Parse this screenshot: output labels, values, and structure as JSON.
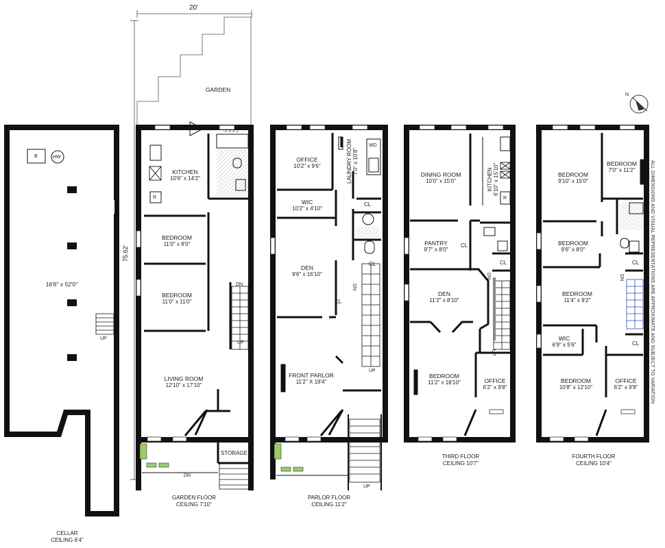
{
  "dimensions": {
    "lot_width": "20'",
    "lot_depth": "75.62'"
  },
  "garden": {
    "label": "GARDEN"
  },
  "cellar": {
    "area": "16'6\" x 52'0\"",
    "fixtures": [
      "B",
      "HW"
    ],
    "stair": "UP",
    "caption": {
      "name": "CELLAR",
      "ceiling": "CEILING 6'4\""
    }
  },
  "garden_floor": {
    "rooms": [
      {
        "name": "KITCHEN",
        "dim": "10'6\" x 14'2\""
      },
      {
        "name": "BEDROOM",
        "dim": "11'0\" x 8'0\""
      },
      {
        "name": "BEDROOM",
        "dim": "11'0\" x 11'0\""
      },
      {
        "name": "LIVING ROOM",
        "dim": "12'10\" x 17'10\""
      }
    ],
    "storage": "STORAGE",
    "fridge": "R",
    "stair_dn": "DN",
    "stair_up": "UP",
    "front_dn": "DN",
    "caption": {
      "name": "GARDEN FLOOR",
      "ceiling": "CEILING 7'10\""
    }
  },
  "parlor_floor": {
    "rooms": [
      {
        "name": "OFFICE",
        "dim": "10'2\" x 9'6\""
      },
      {
        "name": "WIC",
        "dim": "10'2\" x 4'10\""
      },
      {
        "name": "DEN",
        "dim": "9'6\" x 16'10\""
      },
      {
        "name": "FRONT PARLOR",
        "dim": "11'2\" X 19'4\""
      }
    ],
    "laundry": {
      "name": "LAUNDRY ROOM",
      "dim": "7'0\" x 10'8\""
    },
    "wd": "WD",
    "closets": [
      "CL",
      "CL",
      "CL"
    ],
    "stair_dn": "DN",
    "stair_up": "UP",
    "front_up": "UP",
    "caption": {
      "name": "PARLOR FLOOR",
      "ceiling": "CEILING 11'2\""
    }
  },
  "third_floor": {
    "rooms": [
      {
        "name": "DINING ROOM",
        "dim": "10'0\" x 15'0\""
      },
      {
        "name": "PANTRY",
        "dim": "9'7\" x 8'0\""
      },
      {
        "name": "DEN",
        "dim": "11'2\" x 8'10\""
      },
      {
        "name": "BEDROOM",
        "dim": "11'2\" x 18'10\""
      },
      {
        "name": "OFFICE",
        "dim": "6'2\" x 9'8\""
      }
    ],
    "kitchen": {
      "name": "KITCHEN",
      "dim": "6'10\" x 15'10\""
    },
    "fridge": "R",
    "closets": [
      "CL",
      "CL"
    ],
    "stair_dn": "DN",
    "stair_up": "UP",
    "caption": {
      "name": "THIRD FLOOR",
      "ceiling": "CEILING 10'7\""
    }
  },
  "fourth_floor": {
    "rooms": [
      {
        "name": "BEDROOM",
        "dim": "9'10\" x 15'0\""
      },
      {
        "name": "BEDROOM",
        "dim": "7'0\" x 11'2\""
      },
      {
        "name": "BEDROOM",
        "dim": "9'6\" x 8'0\""
      },
      {
        "name": "BEDROOM",
        "dim": "11'4\" x 9'2\""
      },
      {
        "name": "WIC",
        "dim": "6'9\" x 5'6\""
      },
      {
        "name": "BEDROOM",
        "dim": "10'8\" x 12'10\""
      },
      {
        "name": "OFFICE",
        "dim": "6'2\" x 9'8\""
      }
    ],
    "closets": [
      "CL",
      "CL"
    ],
    "stair_dn": "DN",
    "caption": {
      "name": "FOURTH FLOOR",
      "ceiling": "CEILING 10'4\""
    }
  },
  "compass": {
    "label": "N"
  },
  "disclaimer": "ALL DIMENSIONS AND VISUAL REPRESENTATIONS ARE APPROXIMATE AND SUBJECT TO VARIATION",
  "colors": {
    "wall": "#111111",
    "line": "#333333",
    "green": "#9ccb6b",
    "stair_blue": "#3344bb"
  }
}
